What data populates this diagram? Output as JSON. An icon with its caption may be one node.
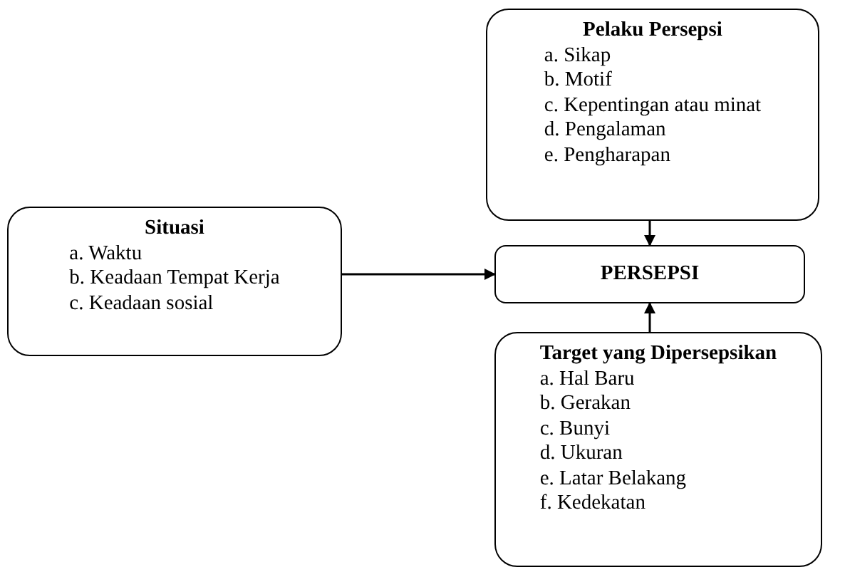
{
  "diagram": {
    "nodes": [
      {
        "text": [
          "Pelaku Persepsi",
          "a. Sikap",
          "b. Motif",
          "c. Kepentingan atau minat",
          "d. Pengalaman",
          "e. Pengharapan"
        ]
      },
      {
        "text": [
          "Situasi",
          "a. Waktu",
          "b. Keadaan Tempat Kerja",
          "c. Keadaan sosial"
        ]
      },
      {
        "text": [
          "PERSEPSI"
        ]
      },
      {
        "text": [
          "Target yang Dipersepsikan",
          "a. Hal Baru",
          "b. Gerakan",
          "c. Bunyi",
          "d. Ukuran",
          "e. Latar Belakang",
          "f. Kedekatan"
        ]
      }
    ],
    "edges": [
      {
        "from": 0,
        "to": 2,
        "arrow": "to"
      },
      {
        "from": 1,
        "to": 2,
        "arrow": "to"
      },
      {
        "from": 3,
        "to": 2,
        "arrow": "to"
      }
    ]
  }
}
